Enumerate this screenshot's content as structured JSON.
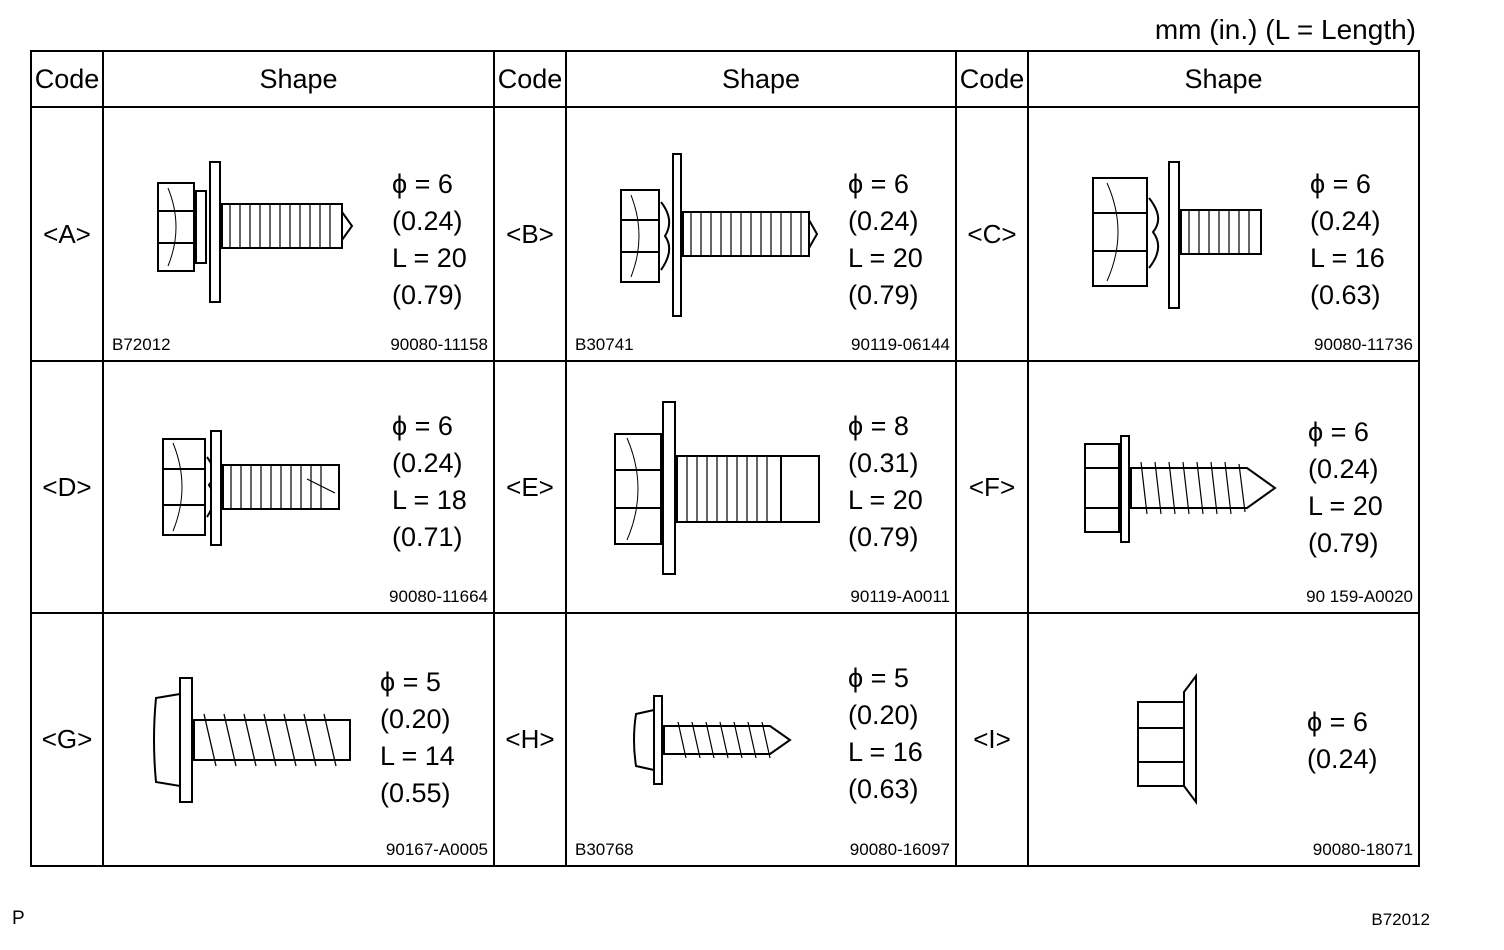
{
  "header": {
    "units_note": "mm (in.) (L = Length)"
  },
  "columns": {
    "code_label": "Code",
    "shape_label": "Shape"
  },
  "bolts": [
    {
      "code": "<A>",
      "specs": [
        "ϕ = 6",
        "(0.24)",
        "L = 20",
        "(0.79)"
      ],
      "fig_id": "B72012",
      "part_no": "90080-11158",
      "icon": "hex-flange-bolt-with-washer-icon"
    },
    {
      "code": "<B>",
      "specs": [
        "ϕ = 6",
        "(0.24)",
        "L = 20",
        "(0.79)"
      ],
      "fig_id": "B30741",
      "part_no": "90119-06144",
      "icon": "hex-bolt-with-washer-icon"
    },
    {
      "code": "<C>",
      "specs": [
        "ϕ = 6",
        "(0.24)",
        "L = 16",
        "(0.63)"
      ],
      "fig_id": "",
      "part_no": "90080-11736",
      "icon": "hex-bolt-with-spring-washer-icon"
    },
    {
      "code": "<D>",
      "specs": [
        "ϕ = 6",
        "(0.24)",
        "L = 18",
        "(0.71)"
      ],
      "fig_id": "",
      "part_no": "90080-11664",
      "icon": "hex-bolt-with-spring-washer-icon"
    },
    {
      "code": "<E>",
      "specs": [
        "ϕ = 8",
        "(0.31)",
        "L = 20",
        "(0.79)"
      ],
      "fig_id": "",
      "part_no": "90119-A0011",
      "icon": "hex-flange-bolt-icon"
    },
    {
      "code": "<F>",
      "specs": [
        "ϕ = 6",
        "(0.24)",
        "L = 20",
        "(0.79)"
      ],
      "fig_id": "",
      "part_no": "90 159-A0020",
      "icon": "tapping-screw-with-washer-icon"
    },
    {
      "code": "<G>",
      "specs": [
        "ϕ = 5",
        "(0.20)",
        "L = 14",
        "(0.55)"
      ],
      "fig_id": "",
      "part_no": "90167-A0005",
      "icon": "pan-head-screw-with-washer-icon"
    },
    {
      "code": "<H>",
      "specs": [
        "ϕ = 5",
        "(0.20)",
        "L = 16",
        "(0.63)"
      ],
      "fig_id": "B30768",
      "part_no": "90080-16097",
      "icon": "pan-head-tapping-screw-icon"
    },
    {
      "code": "<I>",
      "specs": [
        "ϕ = 6",
        "(0.24)"
      ],
      "fig_id": "",
      "part_no": "90080-18071",
      "icon": "flange-nut-icon"
    }
  ],
  "footer": {
    "left_mark": "P",
    "figure_id": "B72012"
  }
}
